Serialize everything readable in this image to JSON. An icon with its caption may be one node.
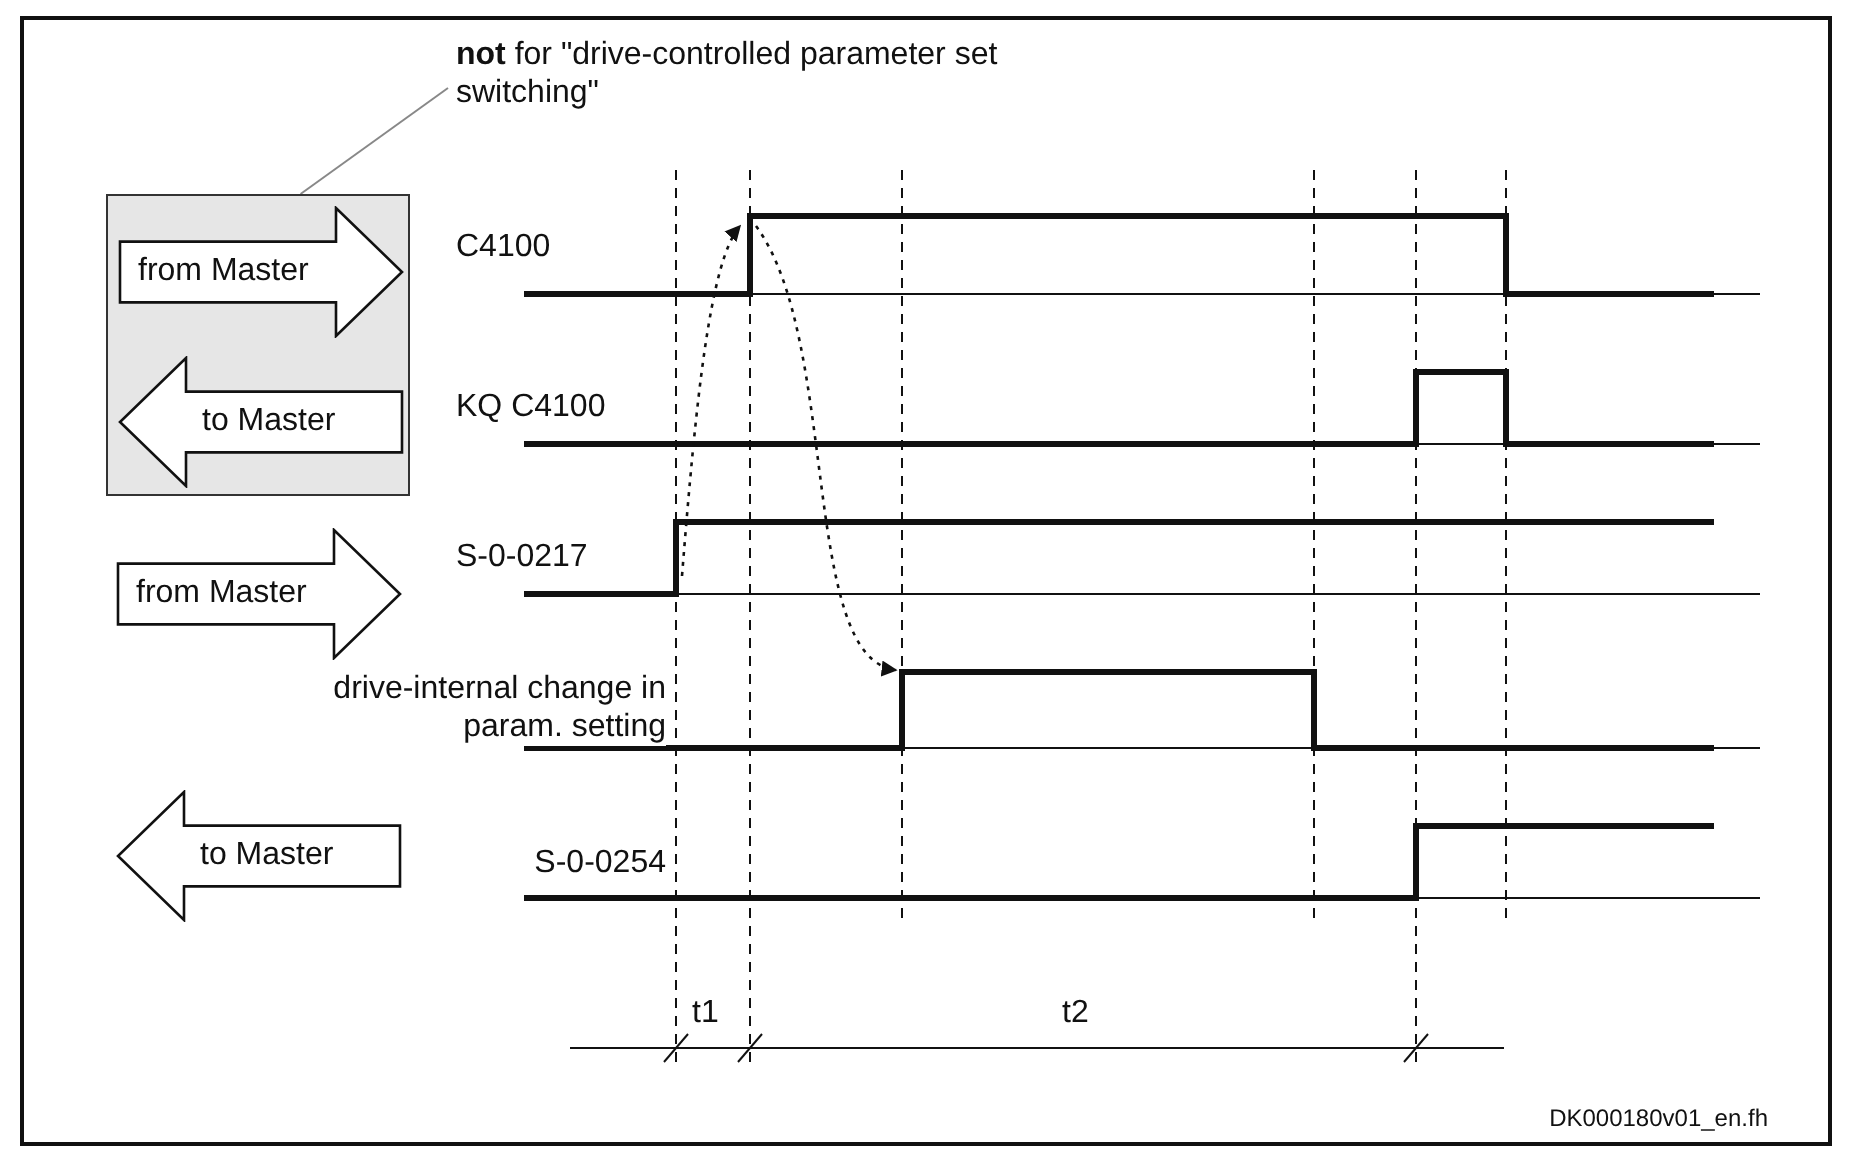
{
  "diagram": {
    "nodes": [
      {
        "text": [
          "**not** for \"drive-controlled parameter set switching\""
        ]
      },
      {
        "text": [],
        "shape": "box"
      },
      {
        "text": [
          "from Master"
        ],
        "in": 1
      },
      {
        "text": [
          "to Master"
        ],
        "in": 1
      },
      {
        "text": [
          "from Master"
        ]
      },
      {
        "text": [
          "to Master"
        ]
      }
    ],
    "edges": [
      {
        "from": 0,
        "to": 1,
        "arrow": "none"
      }
    ],
    "labels": [
      "C4100",
      "KQ C4100",
      "S-0-0217",
      "drive-internal change in param. setting",
      "S-0-0254",
      "t1",
      "t2",
      "DK000180v01_en.fh"
    ]
  }
}
